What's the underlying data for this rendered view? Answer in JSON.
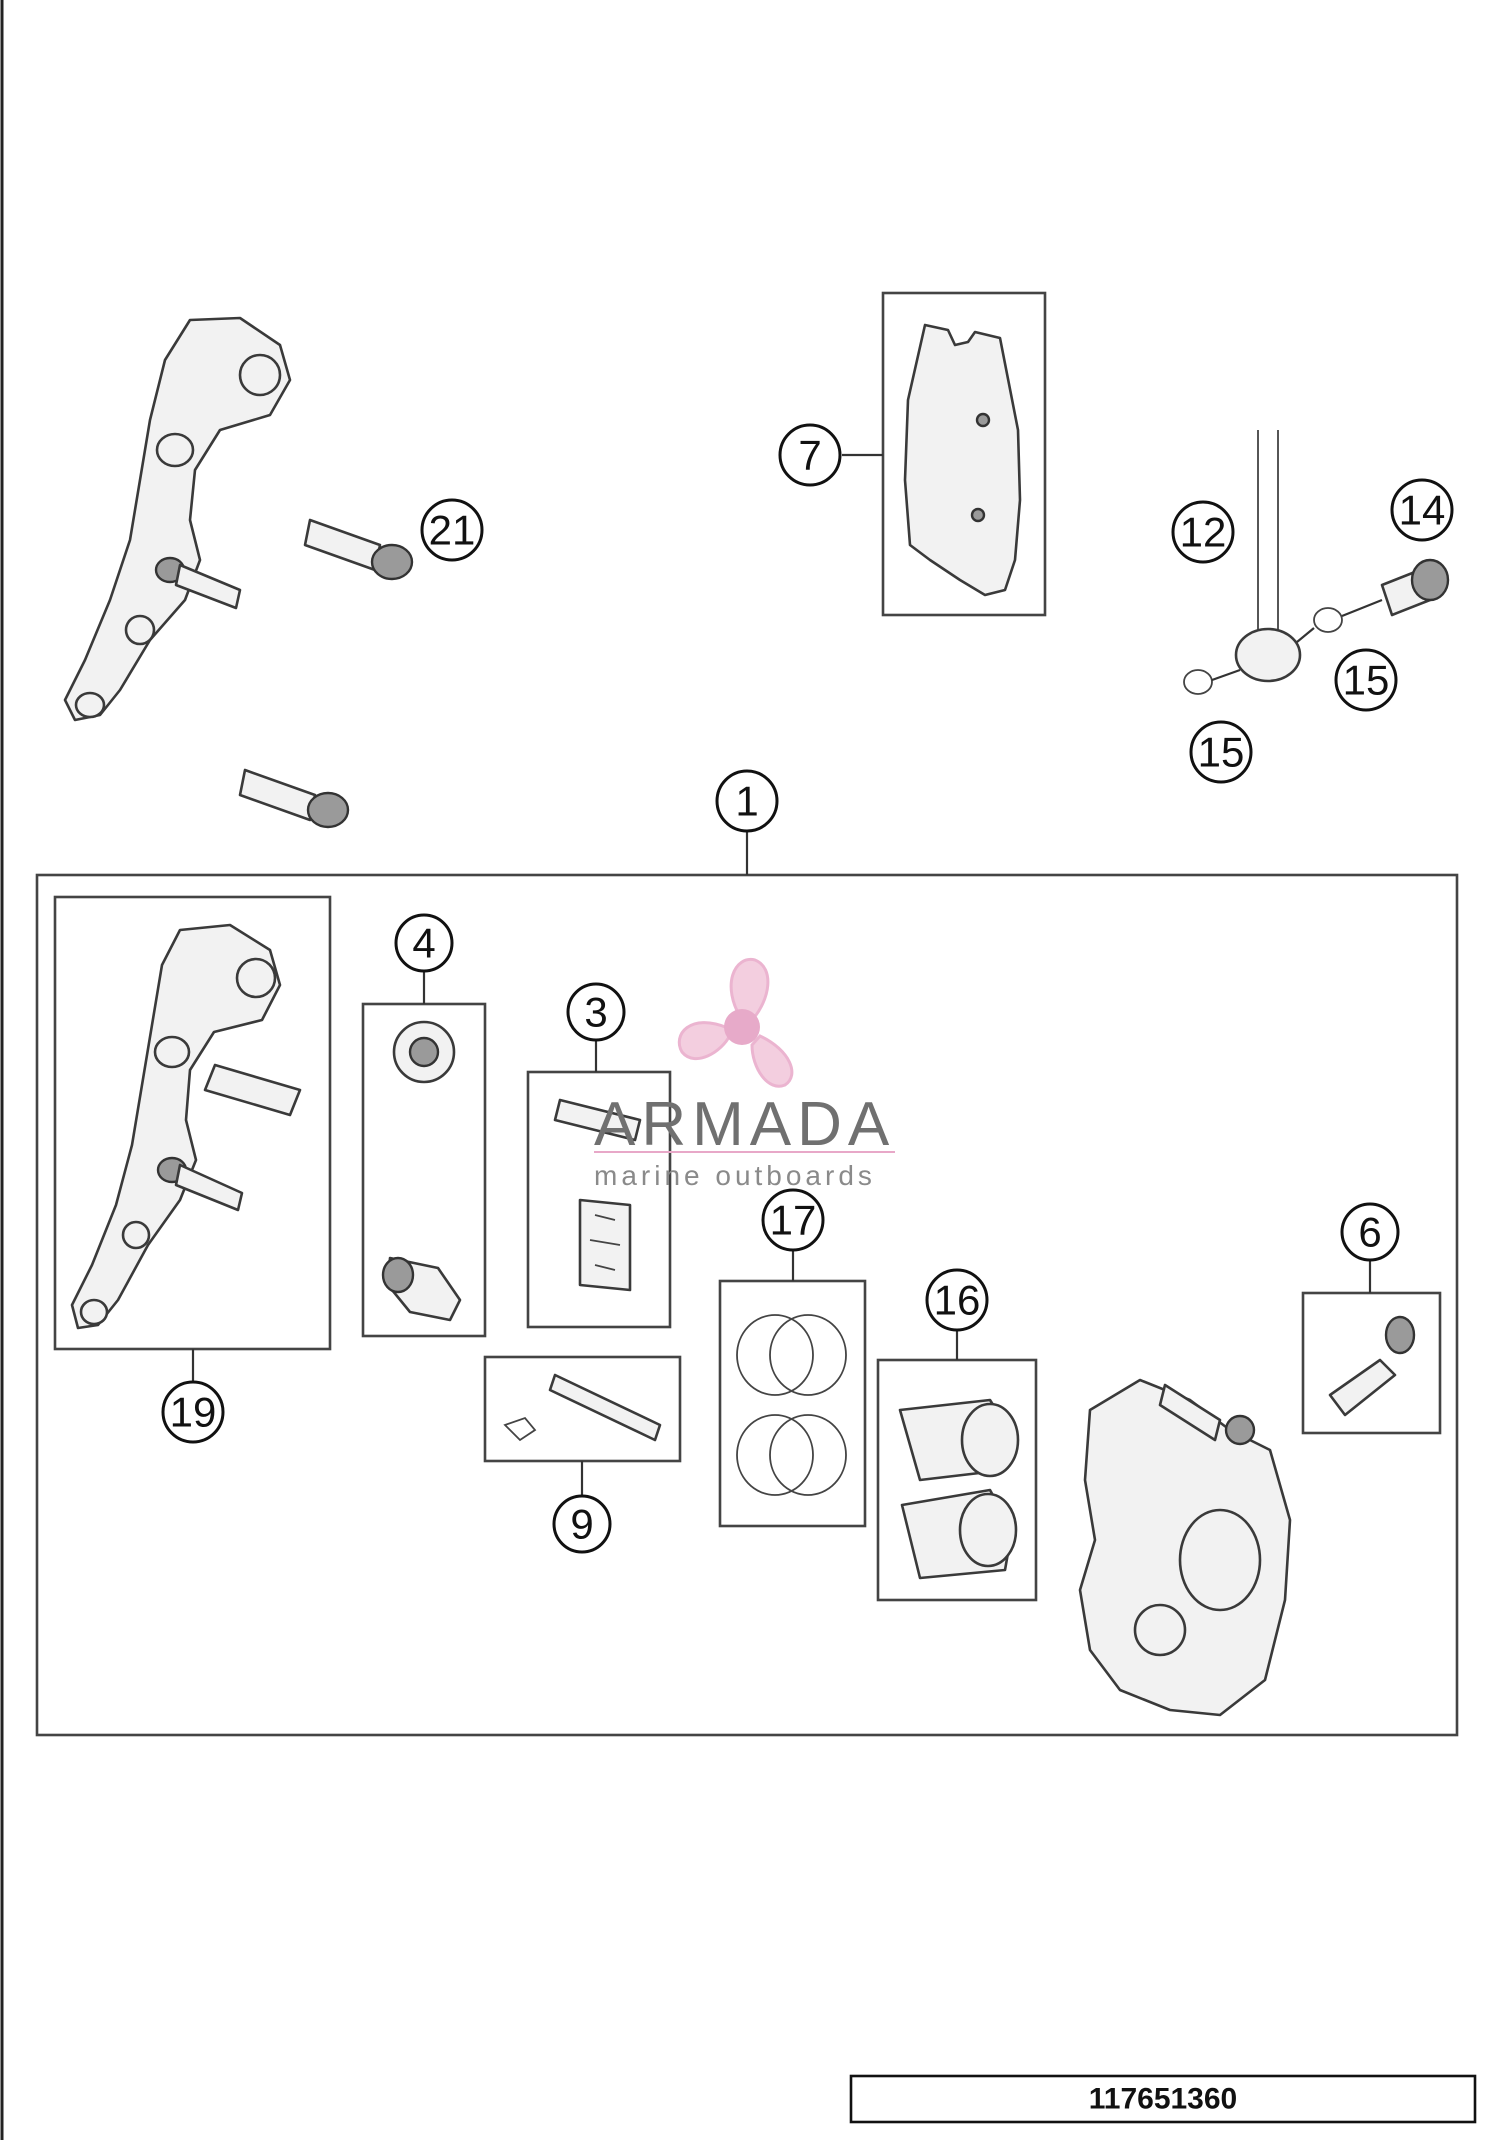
{
  "diagram": {
    "callouts": [
      {
        "id": "c1",
        "label": "1"
      },
      {
        "id": "c3",
        "label": "3"
      },
      {
        "id": "c4",
        "label": "4"
      },
      {
        "id": "c6",
        "label": "6"
      },
      {
        "id": "c7",
        "label": "7"
      },
      {
        "id": "c9",
        "label": "9"
      },
      {
        "id": "c12",
        "label": "12"
      },
      {
        "id": "c14",
        "label": "14"
      },
      {
        "id": "c15a",
        "label": "15"
      },
      {
        "id": "c15b",
        "label": "15"
      },
      {
        "id": "c16",
        "label": "16"
      },
      {
        "id": "c17",
        "label": "17"
      },
      {
        "id": "c19",
        "label": "19"
      },
      {
        "id": "c21",
        "label": "21"
      }
    ],
    "document_code": "117651360"
  },
  "watermark": {
    "brand": "ARMADA",
    "tagline": "marine outboards",
    "color": "#e8a8c8"
  }
}
